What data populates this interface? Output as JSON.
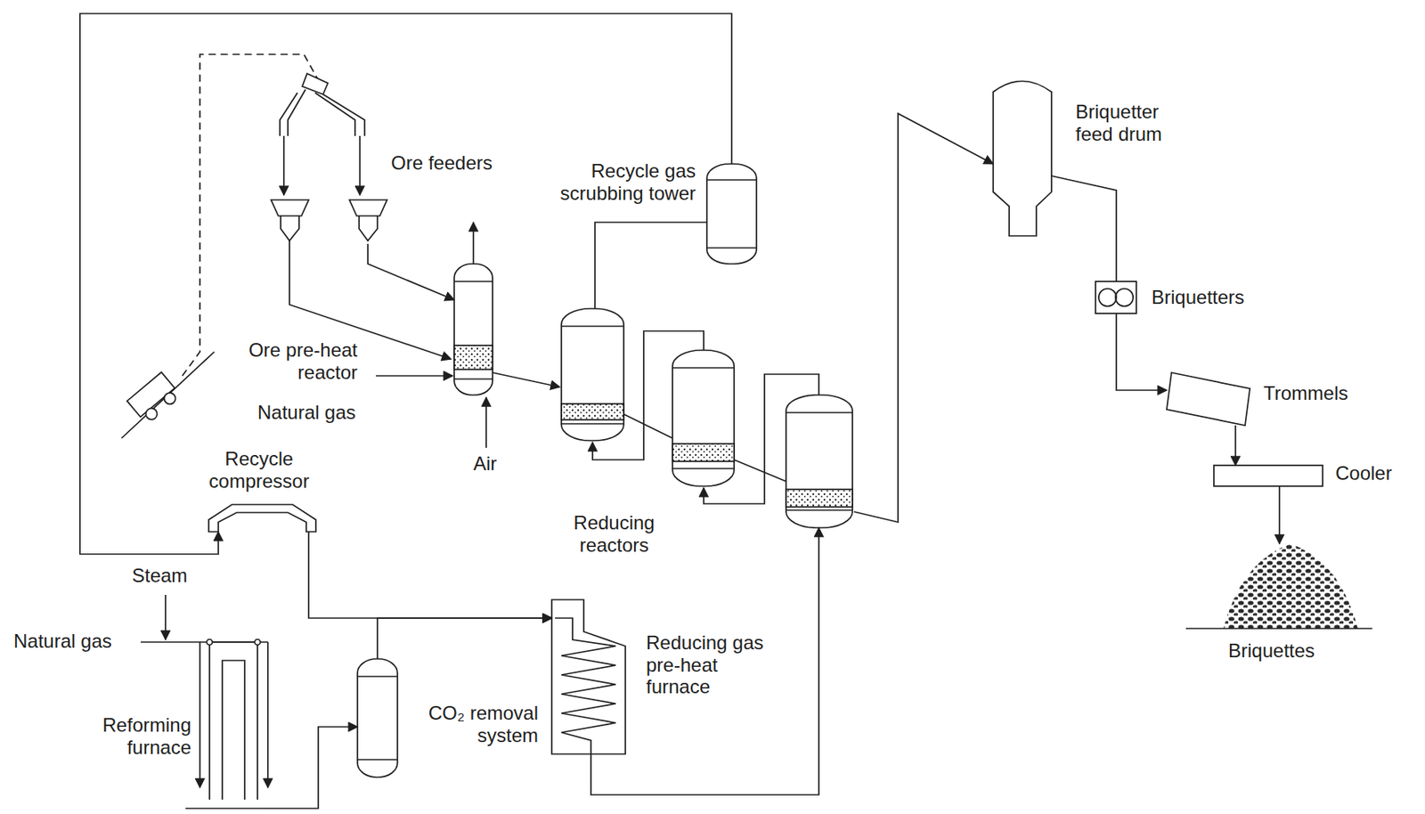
{
  "diagram": {
    "nodes": [
      {
        "text": [
          "Ore feeders"
        ]
      },
      {
        "text": [
          "Ore pre-heat reactor"
        ]
      },
      {
        "text": [
          "Recycle gas scrubbing tower"
        ]
      },
      {
        "text": [
          "Reducing reactors"
        ]
      },
      {
        "text": [
          "Recycle compressor"
        ]
      },
      {
        "text": [
          "Reforming furnace"
        ]
      },
      {
        "text": [
          "CO₂ removal system"
        ]
      },
      {
        "text": [
          "Reducing gas pre-heat furnace"
        ]
      },
      {
        "text": [
          "Briquetter feed drum"
        ]
      },
      {
        "text": [
          "Briquetters"
        ]
      },
      {
        "text": [
          "Trommels"
        ]
      },
      {
        "text": [
          "Cooler"
        ]
      },
      {
        "text": [
          "Briquettes"
        ]
      }
    ],
    "edges": [
      {
        "from": 0,
        "to": 1,
        "arrow": "to"
      },
      {
        "from": 1,
        "to": 3,
        "arrow": "to"
      },
      {
        "from": 3,
        "to": 2,
        "arrow": "none"
      },
      {
        "from": 2,
        "to": 4,
        "arrow": "to"
      },
      {
        "from": 5,
        "to": 6,
        "arrow": "to"
      },
      {
        "from": 6,
        "to": 7,
        "arrow": "to"
      },
      {
        "from": 4,
        "to": 7,
        "arrow": "to"
      },
      {
        "from": 7,
        "to": 3,
        "arrow": "to"
      },
      {
        "from": 3,
        "to": 8,
        "arrow": "to"
      },
      {
        "from": 8,
        "to": 9,
        "arrow": "none"
      },
      {
        "from": 9,
        "to": 10,
        "arrow": "to"
      },
      {
        "from": 10,
        "to": 11,
        "arrow": "to"
      },
      {
        "from": 11,
        "to": 12,
        "arrow": "to"
      }
    ],
    "labels": [
      "Natural gas",
      "Air",
      "Steam",
      "Natural gas"
    ]
  }
}
